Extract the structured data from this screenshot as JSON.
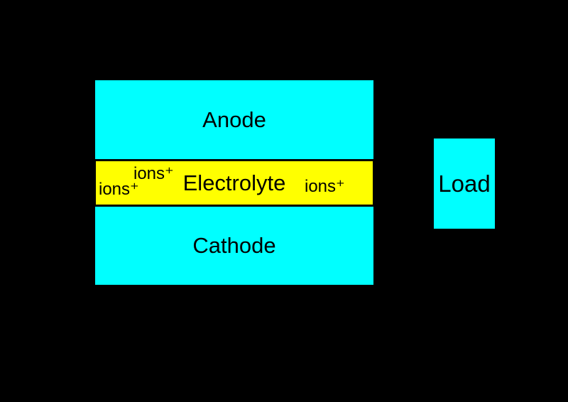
{
  "diagram": {
    "layers": {
      "anode": {
        "label": "Anode"
      },
      "electrolyte": {
        "label": "Electrolyte",
        "ion_labels": [
          "ions⁺",
          "ions⁺",
          "ions⁺"
        ]
      },
      "cathode": {
        "label": "Cathode"
      }
    },
    "load": {
      "label": "Load"
    },
    "colors": {
      "background": "#000000",
      "electrode_fill": "#00ffff",
      "electrolyte_fill": "#ffff00",
      "label_text": "#000000"
    }
  }
}
